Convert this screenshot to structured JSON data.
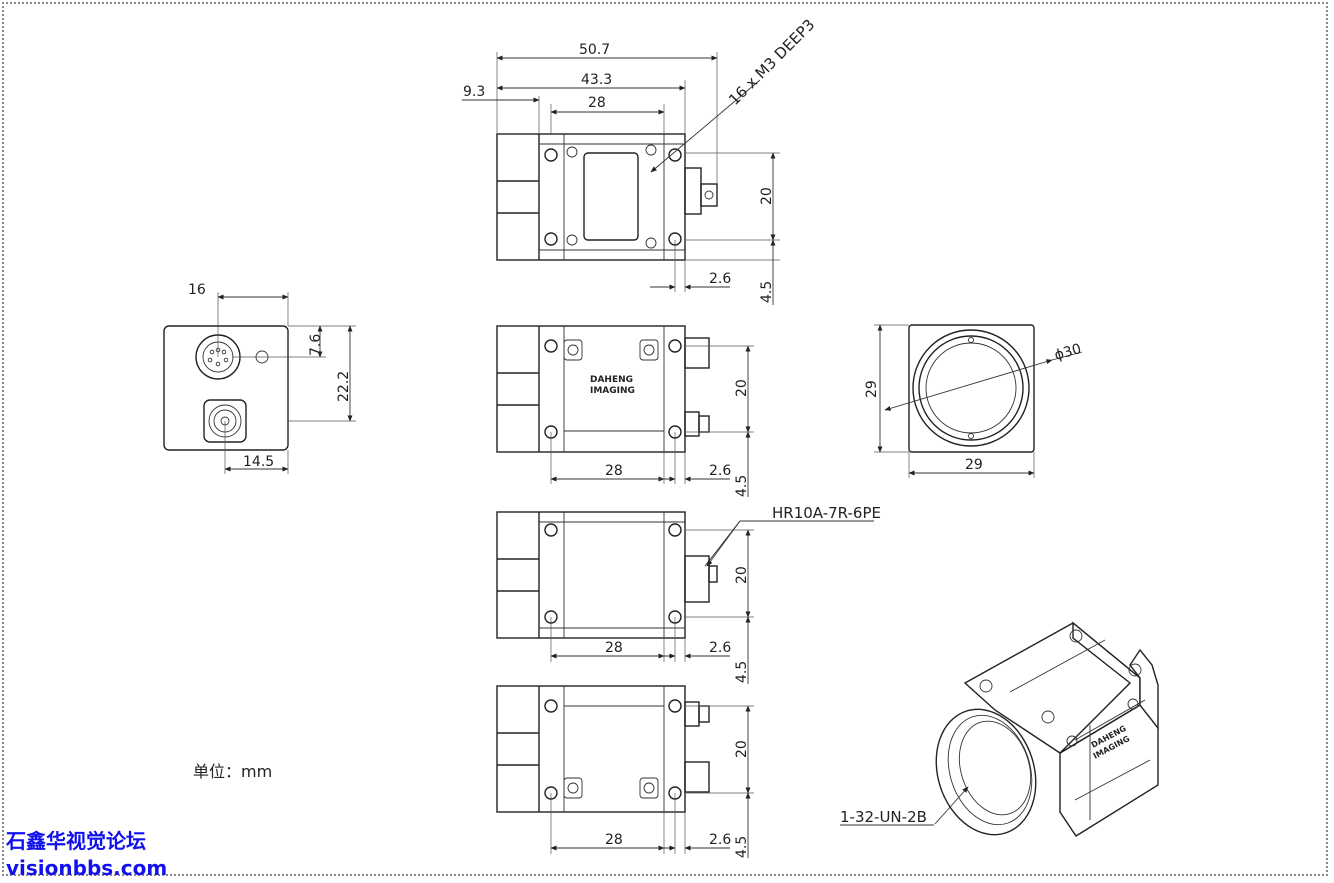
{
  "drawing": {
    "unit_label": "单位：mm",
    "top_view": {
      "dims": {
        "overall": "50.7",
        "body": "43.3",
        "mount_hole": "28",
        "front": "9.3",
        "height": "20",
        "offset": "2.6",
        "bottom": "4.5"
      },
      "callout": "16 x M3 DEEP3"
    },
    "rear_view": {
      "dims": {
        "width": "16",
        "upper": "7.6",
        "height": "22.2",
        "lower": "14.5"
      }
    },
    "side_view_1": {
      "dims": {
        "height": "20",
        "width": "28",
        "offset": "2.6",
        "bottom": "4.5"
      },
      "logo_line1": "DAHENG",
      "logo_line2": "IMAGING"
    },
    "front_view": {
      "dims": {
        "height": "29",
        "width": "29",
        "diameter": "ϕ30"
      }
    },
    "side_view_2": {
      "dims": {
        "height": "20",
        "width": "28",
        "offset": "2.6",
        "bottom": "4.5"
      },
      "connector": "HR10A-7R-6PE"
    },
    "side_view_3": {
      "dims": {
        "height": "20",
        "width": "28",
        "offset": "2.6",
        "bottom": "4.5"
      }
    },
    "iso_view": {
      "thread": "1-32-UN-2B"
    }
  },
  "watermark": {
    "title": "石鑫华视觉论坛",
    "url": "visionbbs.com"
  }
}
